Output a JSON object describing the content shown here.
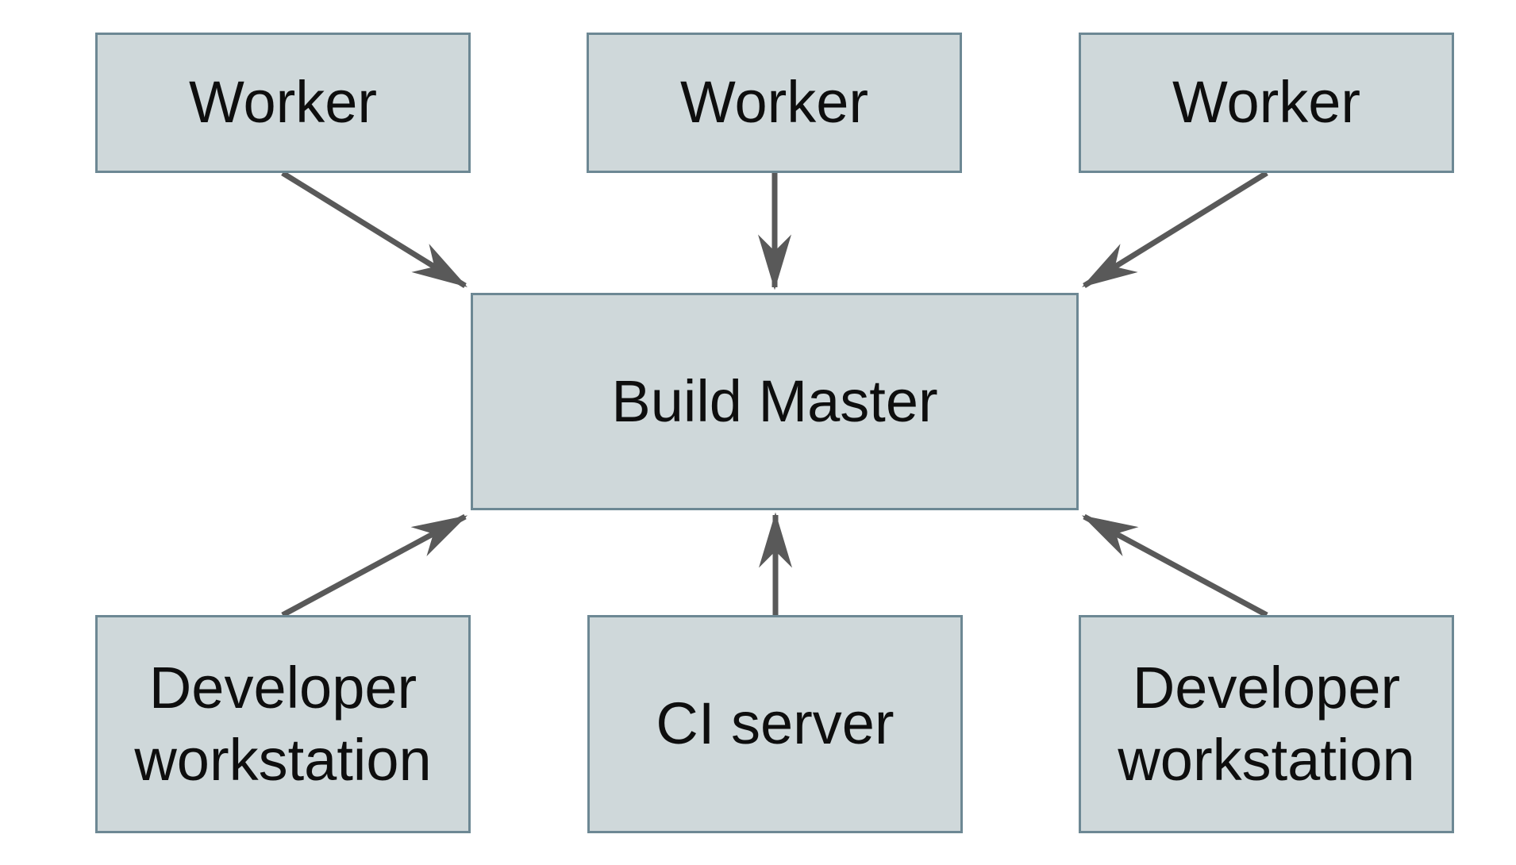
{
  "diagram": {
    "nodes": {
      "worker_1": {
        "label": "Worker"
      },
      "worker_2": {
        "label": "Worker"
      },
      "worker_3": {
        "label": "Worker"
      },
      "build_master": {
        "label": "Build Master"
      },
      "dev_left": {
        "label": "Developer workstation"
      },
      "ci_server": {
        "label": "CI server"
      },
      "dev_right": {
        "label": "Developer workstation"
      }
    },
    "edges": [
      {
        "from": "worker_1",
        "to": "build_master"
      },
      {
        "from": "worker_2",
        "to": "build_master"
      },
      {
        "from": "worker_3",
        "to": "build_master"
      },
      {
        "from": "dev_left",
        "to": "build_master"
      },
      {
        "from": "ci_server",
        "to": "build_master"
      },
      {
        "from": "dev_right",
        "to": "build_master"
      }
    ],
    "colors": {
      "background": "#ffffff",
      "node_fill": "#cfd8da",
      "node_border": "#6d8894",
      "arrow": "#595959",
      "text": "#0e0e0e"
    }
  }
}
